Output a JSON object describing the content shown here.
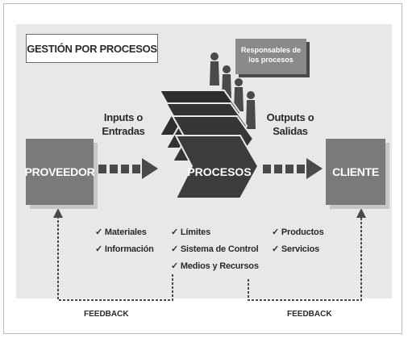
{
  "diagram": {
    "title": "GESTIÓN POR PROCESOS",
    "responsables_line1": "Responsables de",
    "responsables_line2": "los procesos",
    "proveedor": "PROVEEDOR",
    "procesos": "PROCESOS",
    "cliente": "CLIENTE",
    "inputs_line1": "Inputs o",
    "inputs_line2": "Entradas",
    "outputs_line1": "Outputs o",
    "outputs_line2": "Salidas",
    "inputs_items": [
      "Materiales",
      "Información"
    ],
    "process_items": [
      "Límites",
      "Sistema de Control",
      "Medios y Recursos"
    ],
    "outputs_items": [
      "Productos",
      "Servicios"
    ],
    "feedback_left": "FEEDBACK",
    "feedback_right": "FEEDBACK",
    "check_mark": "✓"
  },
  "colors": {
    "panel_bg": "#e8e8e8",
    "box_fill": "#7a7a7a",
    "chevron_fill": "#3c3c3c",
    "arrow_dark": "#4a4a4a"
  }
}
